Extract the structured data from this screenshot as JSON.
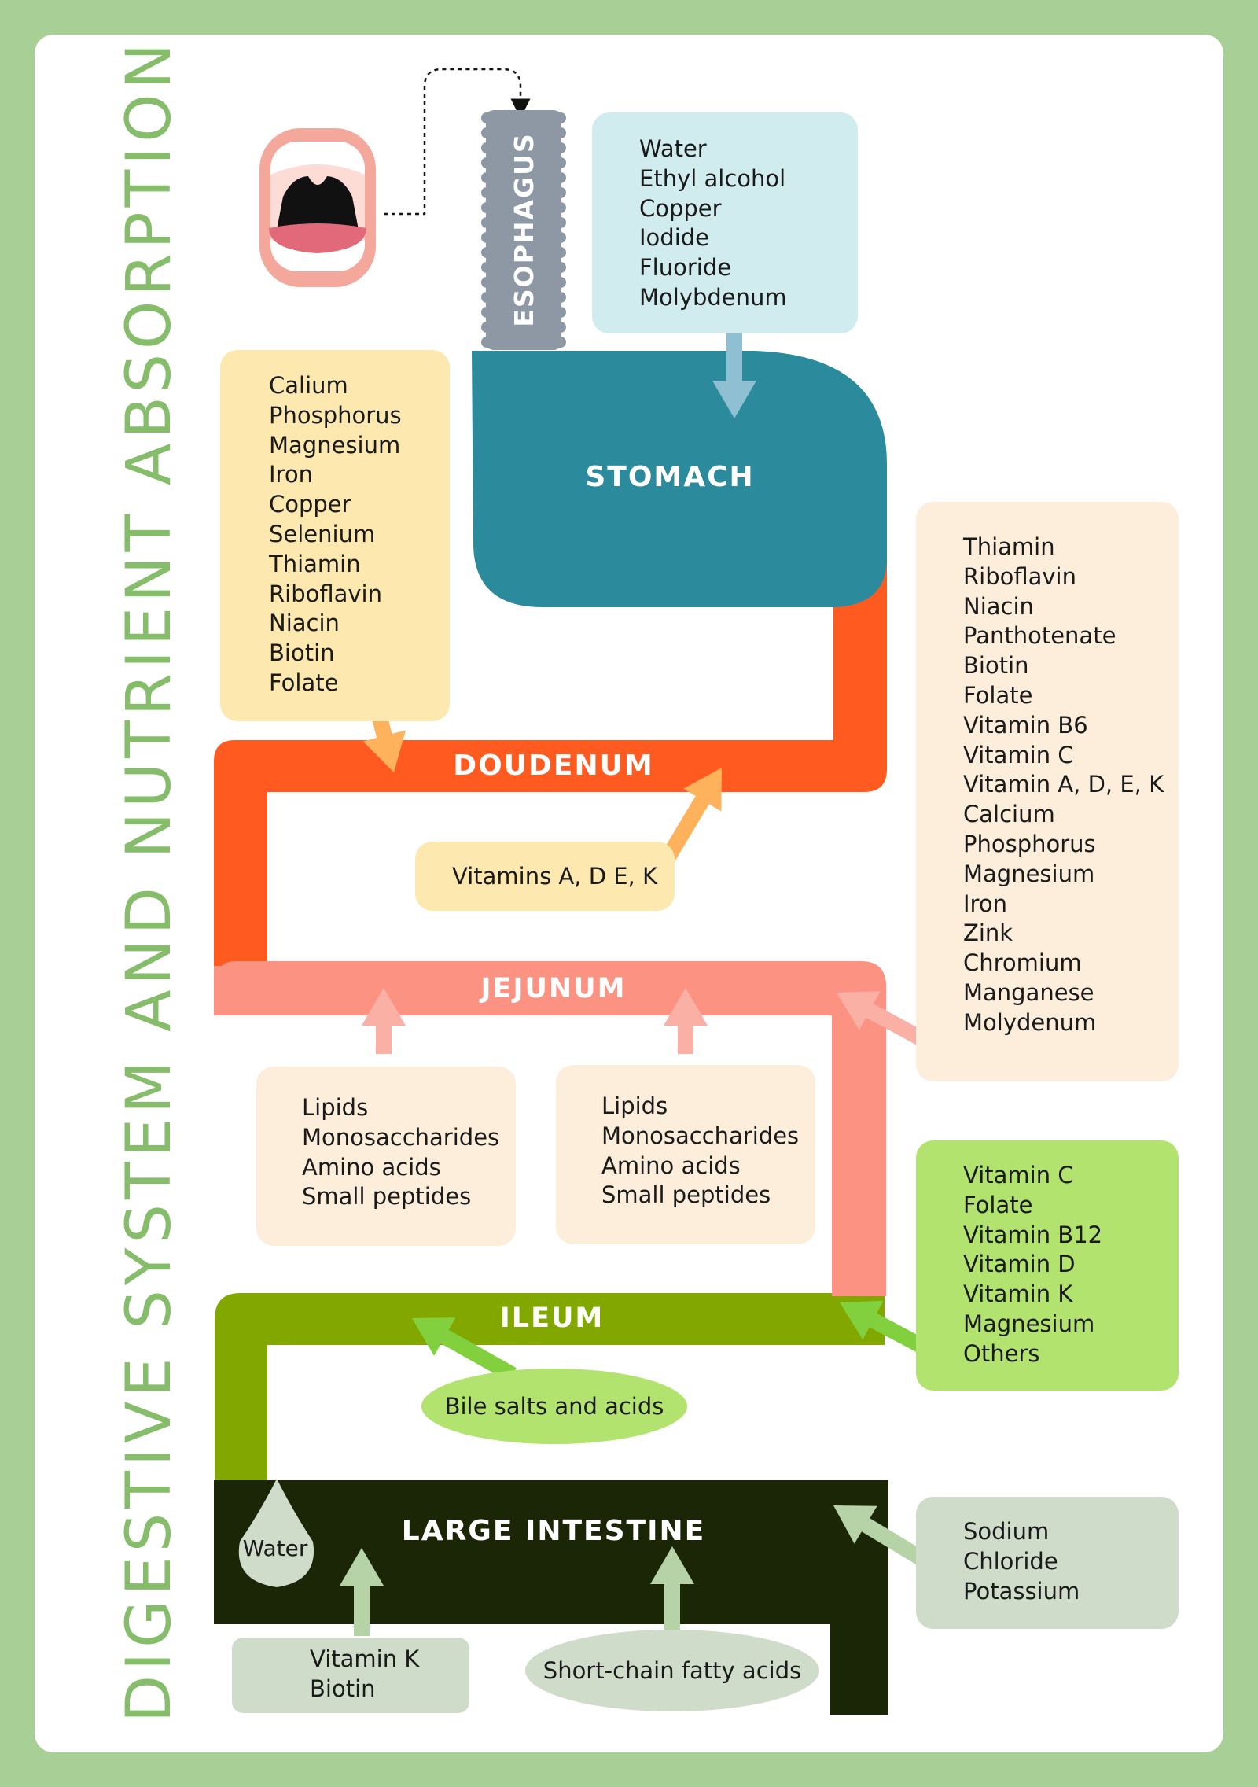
{
  "title": "DIGESTIVE SYSTEM AND NUTRIENT ABSORPTION",
  "organs": {
    "esophagus": "ESOPHAGUS",
    "stomach": "STOMACH",
    "duodenum": "DOUDENUM",
    "jejunum": "JEJUNUM",
    "ileum": "ILEUM",
    "large_intestine": "LARGE INTESTINE"
  },
  "stomach_box": {
    "items": [
      "Water",
      "Ethyl alcohol",
      "Copper",
      "Iodide",
      "Fluoride",
      "Molybdenum"
    ]
  },
  "duodenum_box": {
    "items": [
      "Calium",
      "Phosphorus",
      "Magnesium",
      "Iron",
      "Copper",
      "Selenium",
      "Thiamin",
      "Riboflavin",
      "Niacin",
      "Biotin",
      "Folate"
    ]
  },
  "duodenum_lower_box": {
    "label": "Vitamins A, D E, K"
  },
  "jejunum_right_box": {
    "items": [
      "Thiamin",
      "Riboflavin",
      "Niacin",
      "Panthotenate",
      "Biotin",
      "Folate",
      "Vitamin B6",
      "Vitamin C",
      "Vitamin A, D, E, K",
      "Calcium",
      "Phosphorus",
      "Magnesium",
      "Iron",
      "Zink",
      "Chromium",
      "Manganese",
      "Molydenum"
    ]
  },
  "jejunum_box_1": {
    "items": [
      "Lipids",
      "Monosaccharides",
      "Amino acids",
      "Small peptides"
    ]
  },
  "jejunum_box_2": {
    "items": [
      "Lipids",
      "Monosaccharides",
      "Amino acids",
      "Small peptides"
    ]
  },
  "ileum_box": {
    "items": [
      "Vitamin C",
      "Folate",
      "Vitamin B12",
      "Vitamin D",
      "Vitamin K",
      "Magnesium",
      "Others"
    ]
  },
  "ileum_oval": {
    "label": "Bile salts and acids"
  },
  "large_intestine_drop": {
    "label": "Water"
  },
  "large_intestine_box_right": {
    "items": [
      "Sodium",
      "Chloride",
      "Potassium"
    ]
  },
  "large_intestine_box_bottom": {
    "items": [
      "Vitamin K",
      "Biotin"
    ]
  },
  "large_intestine_oval": {
    "label": "Short-chain fatty acids"
  },
  "colors": {
    "background": "#a8cf95",
    "title": "#86bd6a",
    "stomach": "#2b8b9c",
    "duodenum": "#ff5a1f",
    "jejunum": "#fb9282",
    "ileum": "#82a800",
    "large_intestine": "#1b2606",
    "esophagus": "#8e98a5"
  }
}
